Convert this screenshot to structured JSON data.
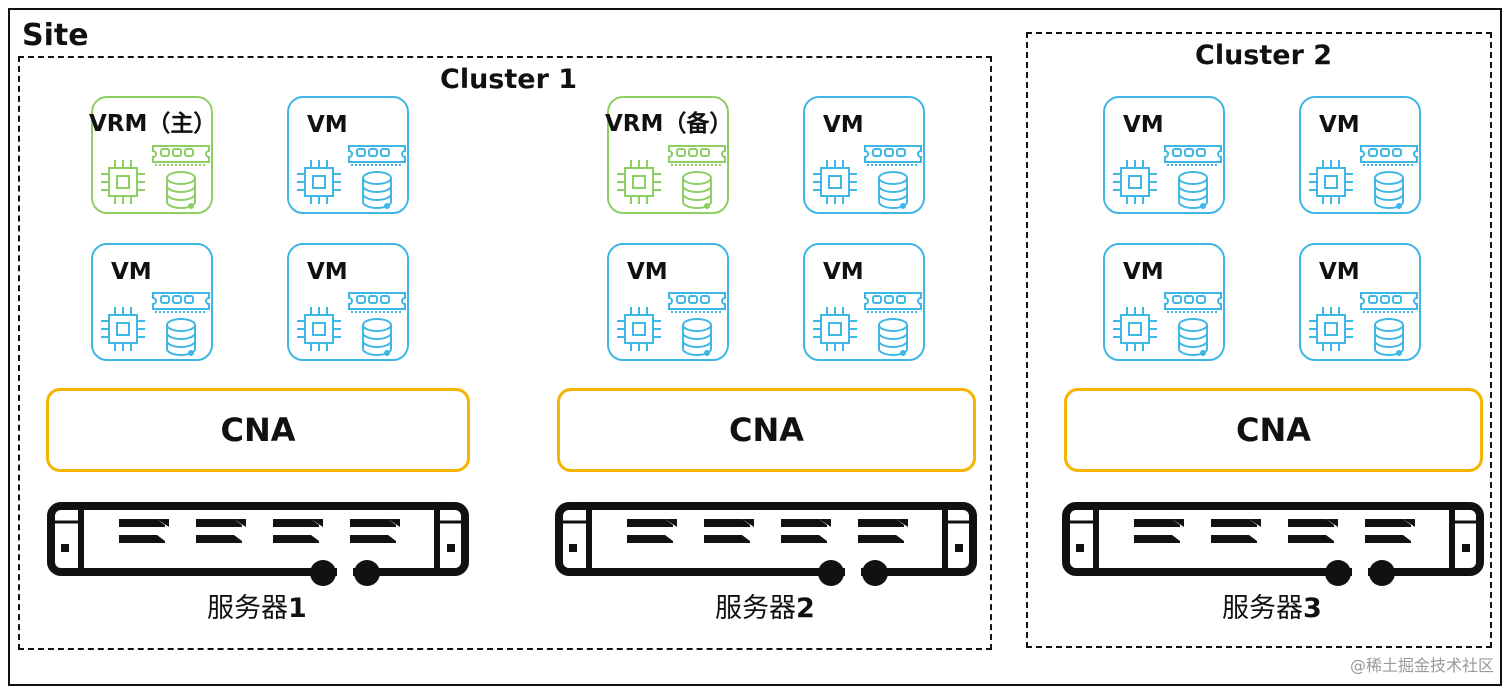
{
  "site": {
    "title": "Site"
  },
  "clusters": [
    {
      "title": "Cluster 1"
    },
    {
      "title": "Cluster 2"
    }
  ],
  "vms": [
    {
      "label": "VRM（主）",
      "type": "vrm"
    },
    {
      "label": "VM",
      "type": "vm"
    },
    {
      "label": "VM",
      "type": "vm"
    },
    {
      "label": "VM",
      "type": "vm"
    },
    {
      "label": "VRM（备）",
      "type": "vrm"
    },
    {
      "label": "VM",
      "type": "vm"
    },
    {
      "label": "VM",
      "type": "vm"
    },
    {
      "label": "VM",
      "type": "vm"
    },
    {
      "label": "VM",
      "type": "vm"
    },
    {
      "label": "VM",
      "type": "vm"
    },
    {
      "label": "VM",
      "type": "vm"
    },
    {
      "label": "VM",
      "type": "vm"
    }
  ],
  "cna": [
    {
      "label": "CNA"
    },
    {
      "label": "CNA"
    },
    {
      "label": "CNA"
    }
  ],
  "servers": [
    {
      "label": "服务器",
      "number": "1"
    },
    {
      "label": "服务器",
      "number": "2"
    },
    {
      "label": "服务器",
      "number": "3"
    }
  ],
  "colors": {
    "vm": "#3fb7e6",
    "vrm": "#8dcf63",
    "cna": "#f5b400"
  },
  "watermark": "@稀土掘金技术社区"
}
